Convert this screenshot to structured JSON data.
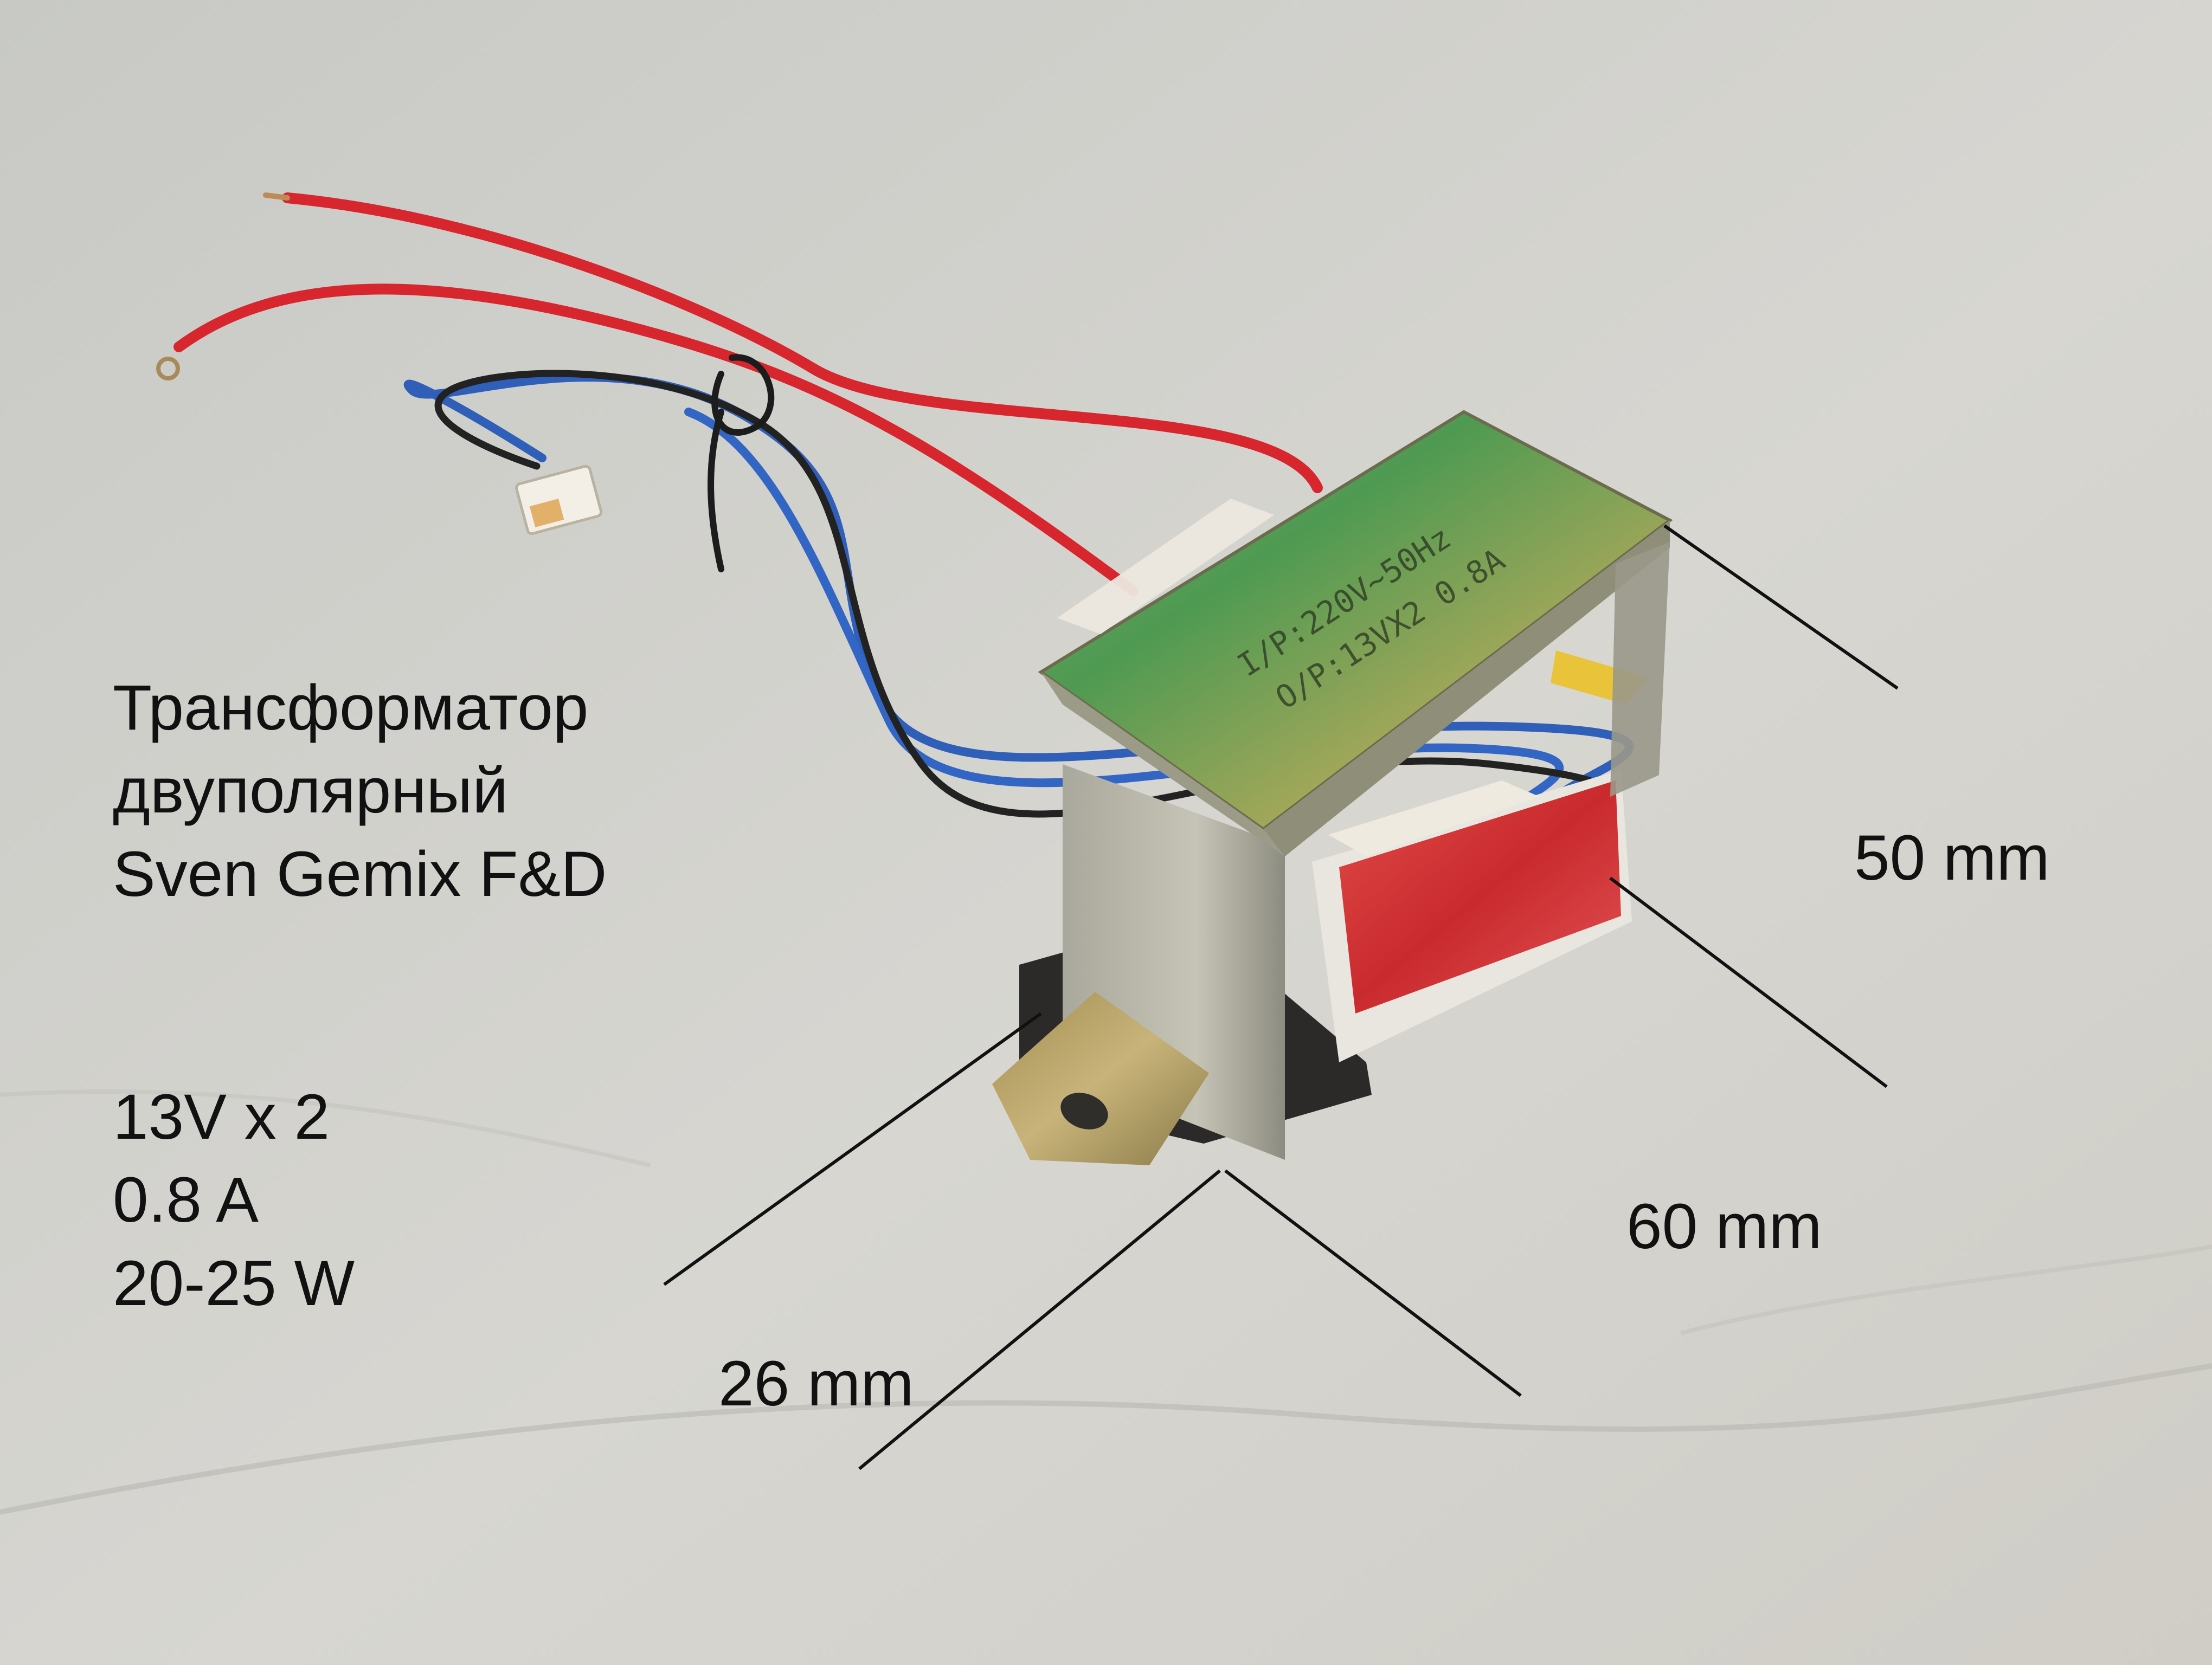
{
  "annotation": {
    "title_lines": [
      "Трансформатор",
      "двуполярный",
      "Sven Gemix F&D"
    ],
    "spec_lines": [
      "13V x 2",
      "0.8 A",
      "20-25 W"
    ]
  },
  "dimensions": {
    "height": "50 mm",
    "length": "60 mm",
    "width": "26 mm"
  },
  "nameplate": {
    "line1": "I/P:220V~50Hz",
    "line2": "O/P:13VX2 0.8A"
  },
  "colors": {
    "background": "#d6d5d0",
    "red_wire": "#d7262d",
    "blue_wire": "#2f5fb8",
    "black_wire": "#222222",
    "bracket_green": "#7ea45c",
    "winding_red": "#d73b3b"
  }
}
